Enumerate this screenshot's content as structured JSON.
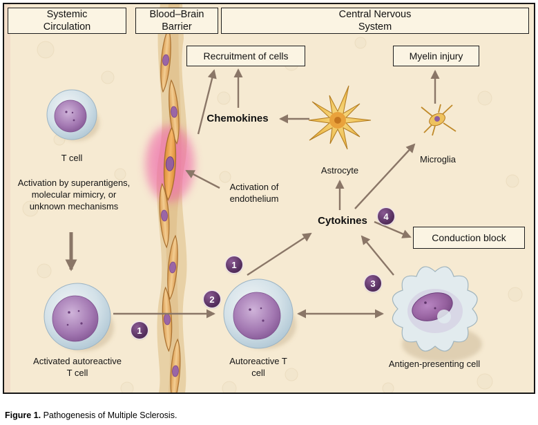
{
  "figure": {
    "headers": {
      "systemic": "Systemic Circulation",
      "bbb": "Blood–Brain Barrier",
      "cns": "Central Nervous System"
    },
    "process_boxes": {
      "recruitment": "Recruitment of cells",
      "myelin_injury": "Myelin injury",
      "conduction_block": "Conduction block"
    },
    "mediators": {
      "chemokines": "Chemokines",
      "cytokines": "Cytokines"
    },
    "cells": {
      "t_cell": "T cell",
      "astrocyte": "Astrocyte",
      "microglia": "Microglia",
      "activated_autoreactive_t_cell": "Activated autoreactive T cell",
      "autoreactive_t_cell": "Autoreactive T cell",
      "antigen_presenting_cell": "Antigen-presenting cell"
    },
    "annotations": {
      "t_cell_activation": "Activation by superantigens, molecular mimicry, or unknown mechanisms",
      "endothelium_activation": "Activation of endothelium"
    },
    "step_badges": {
      "step1_left": "1",
      "step2": "2",
      "step1_center": "1",
      "step3": "3",
      "step4": "4"
    }
  },
  "caption": {
    "label": "Figure 1.",
    "text": "Pathogenesis of Multiple Sclerosis."
  },
  "colors": {
    "background_cream": "#f6ead2",
    "arrow_taupe": "#8a7667",
    "badge_plum": "#552f5e",
    "endothelium_highlight_pink": "#ec5aa2"
  }
}
